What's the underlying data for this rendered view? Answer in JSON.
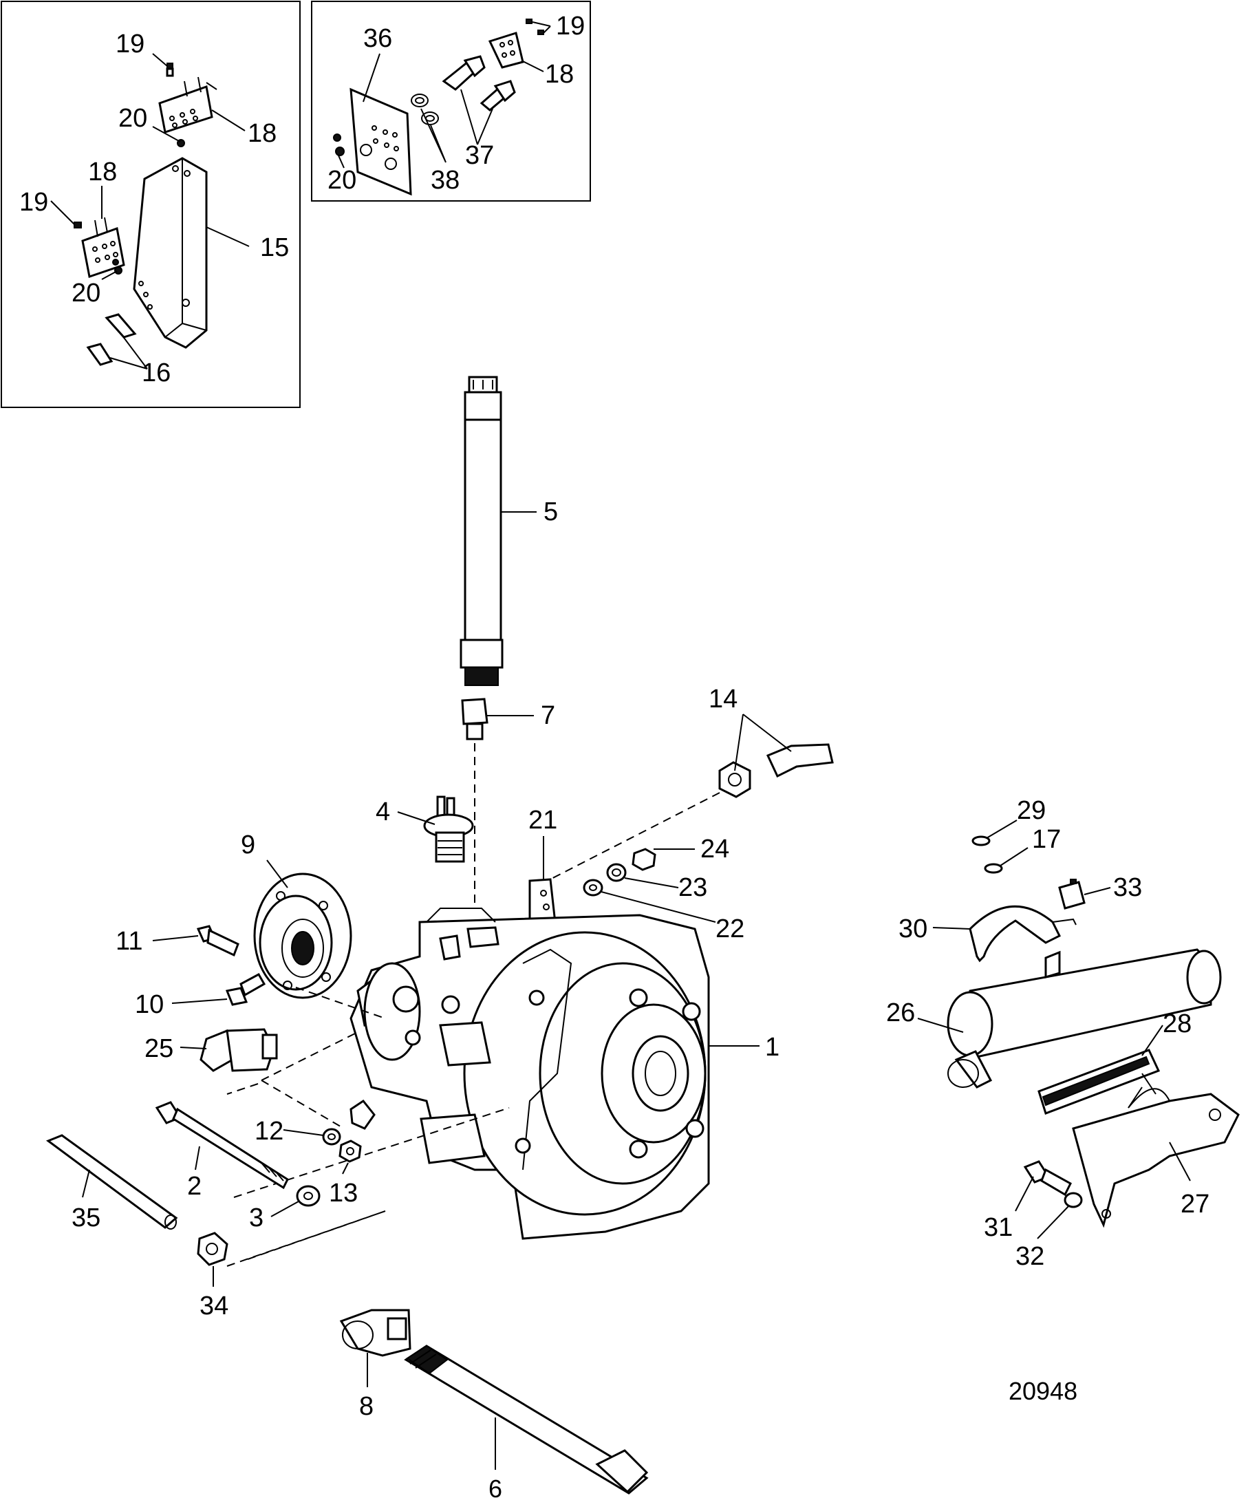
{
  "diagram_id": "20948",
  "callouts": {
    "c1": "1",
    "c2": "2",
    "c3": "3",
    "c4": "4",
    "c5": "5",
    "c6": "6",
    "c7": "7",
    "c8": "8",
    "c9": "9",
    "c10": "10",
    "c11": "11",
    "c12": "12",
    "c13": "13",
    "c14": "14",
    "c17": "17",
    "c21": "21",
    "c22": "22",
    "c23": "23",
    "c24": "24",
    "c25": "25",
    "c26": "26",
    "c27": "27",
    "c28": "28",
    "c29": "29",
    "c30": "30",
    "c31": "31",
    "c32": "32",
    "c33": "33",
    "c34": "34",
    "c35": "35"
  },
  "inset_left": {
    "c19a": "19",
    "c18a": "18",
    "c20a": "20",
    "c18b": "18",
    "c19b": "19",
    "c15": "15",
    "c20b": "20",
    "c16": "16"
  },
  "inset_right": {
    "c36": "36",
    "c19": "19",
    "c18": "18",
    "c37": "37",
    "c38": "38",
    "c20": "20"
  }
}
